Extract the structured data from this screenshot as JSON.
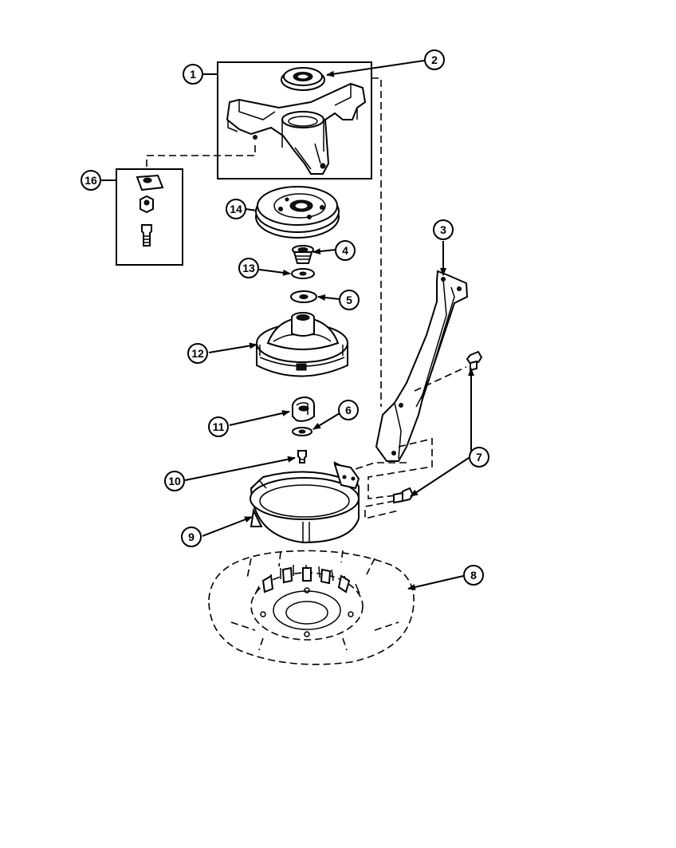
{
  "diagram": {
    "callouts": {
      "c1": "1",
      "c2": "2",
      "c3": "3",
      "c4": "4",
      "c5": "5",
      "c6": "6",
      "c7": "7",
      "c8": "8",
      "c9": "9",
      "c10": "10",
      "c11": "11",
      "c12": "12",
      "c13": "13",
      "c14": "14",
      "c16": "16"
    }
  }
}
